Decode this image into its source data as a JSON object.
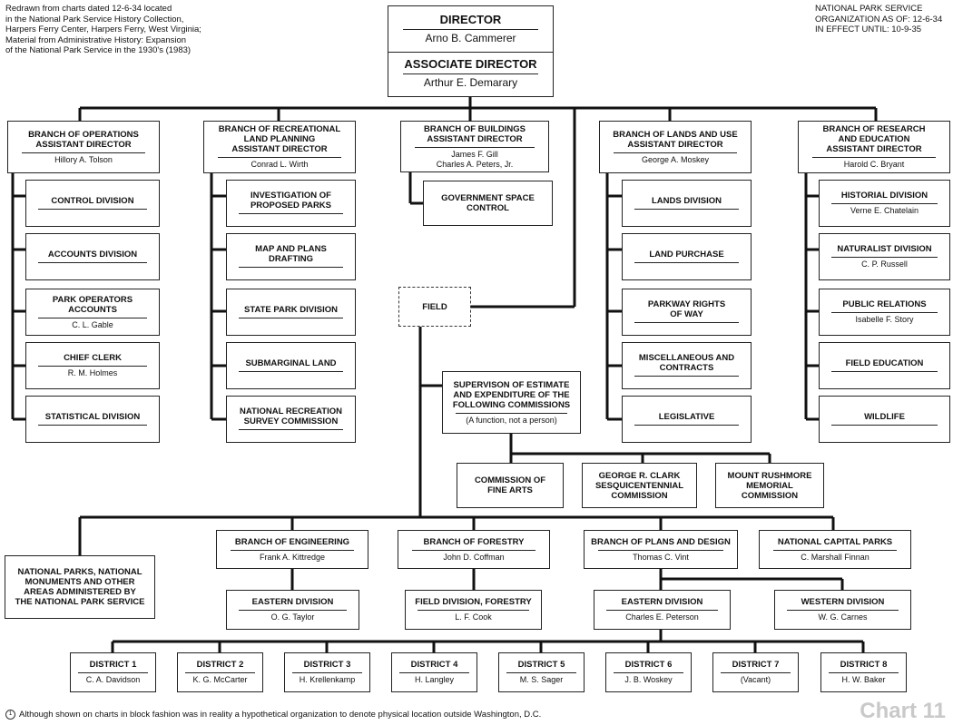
{
  "source_note": "Redrawn from charts dated 12-6-34 located\nin the National Park Service History Collection,\nHarpers Ferry Center, Harpers Ferry, West Virginia;\nMaterial from Administrative History: Expansion\nof the National Park Service in the 1930's (1983)",
  "org_note": "NATIONAL PARK SERVICE\nORGANIZATION AS OF: 12-6-34\nIN EFFECT UNTIL: 10-9-35",
  "footnote": "Although shown on charts in block fashion was in reality a hypothetical organization to denote physical location outside Washington, D.C.",
  "footnote_marker": "1",
  "chart_label": "Chart 11",
  "director": {
    "title": "DIRECTOR",
    "name": "Arno B. Cammerer"
  },
  "associate": {
    "title": "ASSOCIATE DIRECTOR",
    "name": "Arthur E. Demarary"
  },
  "branches": [
    {
      "title": "BRANCH OF OPERATIONS\nASSISTANT DIRECTOR",
      "name": "Hillory A. Tolson",
      "units": [
        {
          "title": "CONTROL DIVISION",
          "name": ""
        },
        {
          "title": "ACCOUNTS DIVISION",
          "name": ""
        },
        {
          "title": "PARK OPERATORS\nACCOUNTS",
          "name": "C. L. Gable"
        },
        {
          "title": "CHIEF CLERK",
          "name": "R. M. Holmes"
        },
        {
          "title": "STATISTICAL DIVISION",
          "name": ""
        }
      ]
    },
    {
      "title": "BRANCH OF RECREATIONAL\nLAND PLANNING\nASSISTANT DIRECTOR",
      "name": "Conrad L. Wirth",
      "units": [
        {
          "title": "INVESTIGATION OF\nPROPOSED PARKS",
          "name": ""
        },
        {
          "title": "MAP AND PLANS\nDRAFTING",
          "name": ""
        },
        {
          "title": "STATE PARK DIVISION",
          "name": ""
        },
        {
          "title": "SUBMARGINAL LAND",
          "name": ""
        },
        {
          "title": "NATIONAL RECREATION\nSURVEY COMMISSION",
          "name": ""
        }
      ]
    },
    {
      "title": "BRANCH OF BUILDINGS\nASSISTANT DIRECTOR",
      "name": "James F. Gill\nCharles A. Peters, Jr.",
      "units": [
        {
          "title": "GOVERNMENT SPACE\nCONTROL",
          "name": ""
        }
      ]
    },
    {
      "title": "BRANCH OF LANDS AND USE\nASSISTANT DIRECTOR",
      "name": "George A. Moskey",
      "units": [
        {
          "title": "LANDS DIVISION",
          "name": ""
        },
        {
          "title": "LAND PURCHASE",
          "name": ""
        },
        {
          "title": "PARKWAY RIGHTS\nOF WAY",
          "name": ""
        },
        {
          "title": "MISCELLANEOUS AND\nCONTRACTS",
          "name": ""
        },
        {
          "title": "LEGISLATIVE",
          "name": ""
        }
      ]
    },
    {
      "title": "BRANCH OF RESEARCH\nAND EDUCATION\nASSISTANT DIRECTOR",
      "name": "Harold C. Bryant",
      "units": [
        {
          "title": "HISTORIAL DIVISION",
          "name": "Verne E. Chatelain"
        },
        {
          "title": "NATURALIST DIVISION",
          "name": "C. P. Russell"
        },
        {
          "title": "PUBLIC RELATIONS",
          "name": "Isabelle F. Story"
        },
        {
          "title": "FIELD EDUCATION",
          "name": ""
        },
        {
          "title": "WILDLIFE",
          "name": ""
        }
      ]
    }
  ],
  "field": {
    "title": "FIELD"
  },
  "supervision": {
    "title": "SUPERVISON OF ESTIMATE\nAND EXPENDITURE OF THE\nFOLLOWING COMMISSIONS",
    "name": "(A function, not a person)"
  },
  "commissions": [
    {
      "title": "COMMISSION OF\nFINE ARTS"
    },
    {
      "title": "GEORGE R. CLARK\nSESQUICENTENNIAL\nCOMMISSION"
    },
    {
      "title": "MOUNT RUSHMORE\nMEMORIAL\nCOMMISSION"
    }
  ],
  "parks_box": {
    "title": "NATIONAL PARKS, NATIONAL\nMONUMENTS AND OTHER\nAREAS ADMINISTERED BY\nTHE NATIONAL PARK SERVICE"
  },
  "field_branches": [
    {
      "title": "BRANCH OF ENGINEERING",
      "name": "Frank A. Kittredge"
    },
    {
      "title": "BRANCH OF FORESTRY",
      "name": "John D. Coffman"
    },
    {
      "title": "BRANCH OF PLANS AND DESIGN",
      "name": "Thomas C. Vint"
    },
    {
      "title": "NATIONAL CAPITAL PARKS",
      "name": "C. Marshall Finnan"
    }
  ],
  "field_subs": [
    {
      "title": "EASTERN DIVISION",
      "name": "O. G. Taylor"
    },
    {
      "title": "FIELD DIVISION, FORESTRY",
      "name": "L. F. Cook"
    },
    {
      "title": "EASTERN DIVISION",
      "name": "Charles E. Peterson"
    },
    {
      "title": "WESTERN DIVISION",
      "name": "W. G. Carnes"
    }
  ],
  "districts": [
    {
      "title": "DISTRICT 1",
      "name": "C. A. Davidson"
    },
    {
      "title": "DISTRICT 2",
      "name": "K. G. McCarter"
    },
    {
      "title": "DISTRICT 3",
      "name": "H. Krellenkamp"
    },
    {
      "title": "DISTRICT 4",
      "name": "H. Langley"
    },
    {
      "title": "DISTRICT 5",
      "name": "M. S. Sager"
    },
    {
      "title": "DISTRICT 6",
      "name": "J. B. Woskey"
    },
    {
      "title": "DISTRICT 7",
      "name": "(Vacant)"
    },
    {
      "title": "DISTRICT 8",
      "name": "H. W. Baker"
    }
  ]
}
